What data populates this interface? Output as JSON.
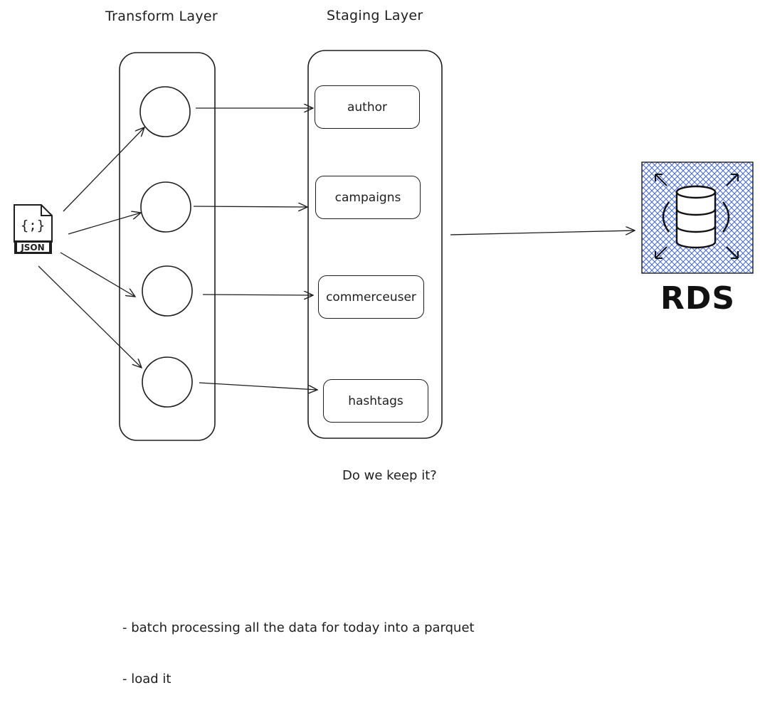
{
  "titles": {
    "transform_layer": "Transform Layer",
    "staging_layer": "Staging Layer"
  },
  "source": {
    "file_icon_label": "JSON",
    "file_icon_glyph": "{;}"
  },
  "staging_tables": [
    "author",
    "campaigns",
    "commerceuser",
    "hashtags"
  ],
  "destination": {
    "label": "RDS",
    "icon": "rds-database-icon",
    "fill_color": "#4a6ee0"
  },
  "question": "Do we keep it?",
  "notes": [
    "- batch processing all the data for today into a parquet",
    "- load it"
  ]
}
